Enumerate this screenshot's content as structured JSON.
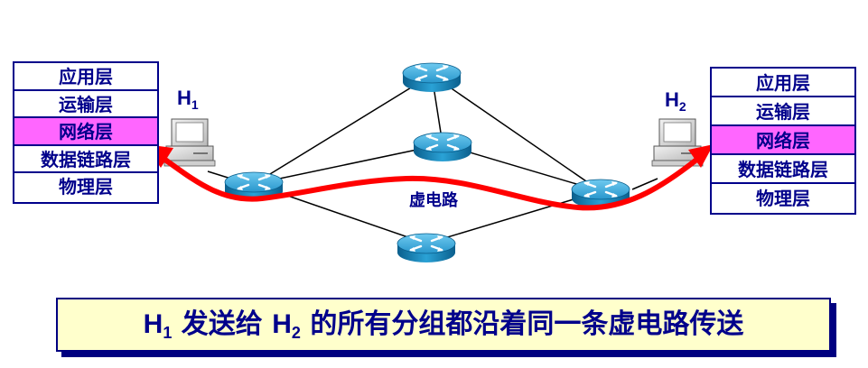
{
  "stack_left": {
    "layers": [
      "应用层",
      "运输层",
      "网络层",
      "数据链路层",
      "物理层"
    ],
    "highlight_index": 2
  },
  "stack_right": {
    "layers": [
      "应用层",
      "运输层",
      "网络层",
      "数据链路层",
      "物理层"
    ],
    "highlight_index": 2
  },
  "host1": {
    "letter": "H",
    "sub": "1"
  },
  "host2": {
    "letter": "H",
    "sub": "2"
  },
  "virtual_circuit_label": "虚电路",
  "caption": {
    "h1_letter": "H",
    "h1_sub": "1",
    "middle": " 发送给 ",
    "h2_letter": "H",
    "h2_sub": "2",
    "tail": " 的所有分组都沿着同一条虚电路传送"
  },
  "colors": {
    "text": "#00008b",
    "highlight": "#ff66ff",
    "path": "#ff0000",
    "caption_bg": "#ffffcc",
    "router": "#1f8fc4"
  }
}
